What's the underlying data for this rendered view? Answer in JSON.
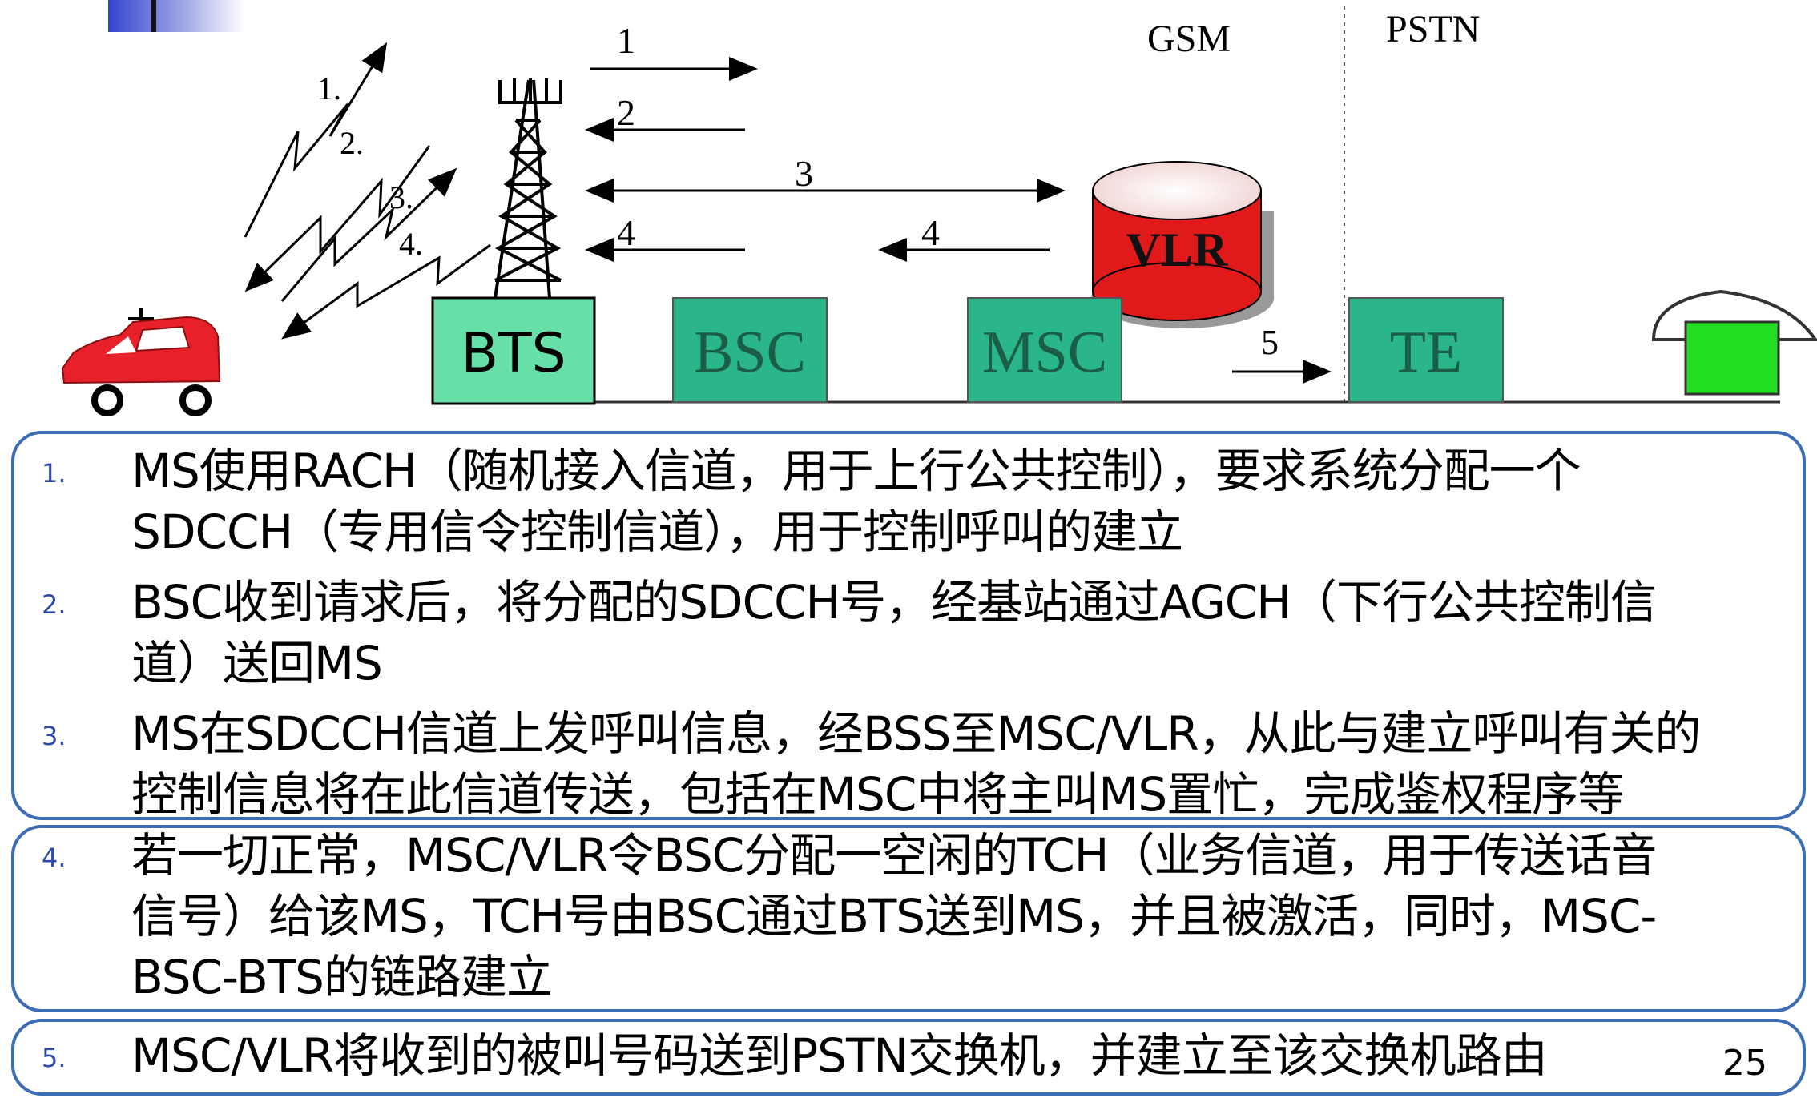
{
  "diagram": {
    "network_labels": {
      "gsm": "GSM",
      "pstn": "PSTN"
    },
    "nodes": {
      "bts": "BTS",
      "bsc": "BSC",
      "msc": "MSC",
      "vlr": "VLR",
      "te": "TE"
    },
    "radio_labels": [
      "1.",
      "2.",
      "3.",
      "4."
    ],
    "arrow_labels": {
      "a1": "1",
      "a2": "2",
      "a3": "3",
      "a4_left": "4",
      "a4_right": "4",
      "a5": "5"
    },
    "colors": {
      "box_green": "#2bb58a",
      "bts_fill": "#66e0a8",
      "vlr_red": "#e0191b",
      "car_red": "#e8202a",
      "phone_green": "#22dd22",
      "panel_border": "#3d6db4"
    }
  },
  "steps": [
    {
      "num": "1.",
      "lines": [
        "MS使用RACH（随机接入信道，用于上行公共控制），要求系统分配一个",
        "SDCCH（专用信令控制信道），用于控制呼叫的建立"
      ]
    },
    {
      "num": "2.",
      "lines": [
        "BSC收到请求后，将分配的SDCCH号，经基站通过AGCH（下行公共控制信",
        "道）送回MS"
      ]
    },
    {
      "num": "3.",
      "lines": [
        "MS在SDCCH信道上发呼叫信息，经BSS至MSC/VLR，从此与建立呼叫有关的",
        "控制信息将在此信道传送，包括在MSC中将主叫MS置忙，完成鉴权程序等"
      ]
    },
    {
      "num": "4.",
      "lines": [
        "若一切正常，MSC/VLR令BSC分配一空闲的TCH（业务信道，用于传送话音",
        "信号）给该MS，TCH号由BSC通过BTS送到MS，并且被激活，同时，MSC-",
        "BSC-BTS的链路建立"
      ]
    },
    {
      "num": "5.",
      "lines": [
        "MSC/VLR将收到的被叫号码送到PSTN交换机，并建立至该交换机路由"
      ]
    }
  ],
  "page_number": "25"
}
